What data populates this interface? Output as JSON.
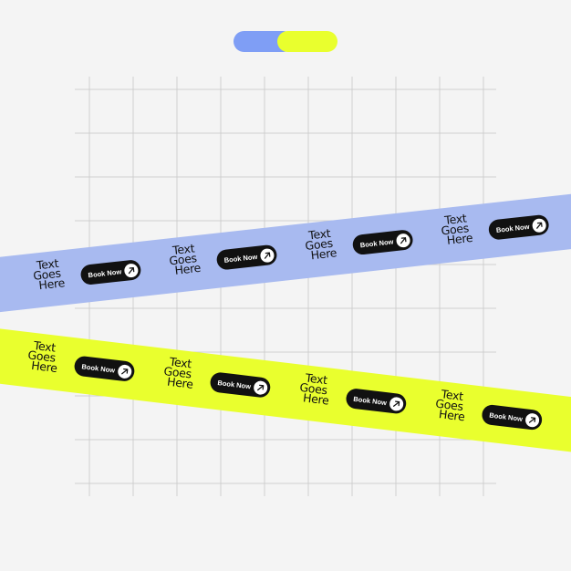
{
  "colors": {
    "background": "#f4f4f4",
    "grid_line": "#cfcfcf",
    "blue_ribbon": "#a8baf0",
    "yellow_ribbon": "#e9ff2e",
    "pill_blue": "#7f9ef5",
    "pill_yellow": "#e9ff2e",
    "button_bg": "#111111"
  },
  "ribbon_text": {
    "line1": "Text",
    "line2": "Goes",
    "line3": "Here"
  },
  "button": {
    "label": "Book Now",
    "icon": "arrow-up-right-icon"
  }
}
